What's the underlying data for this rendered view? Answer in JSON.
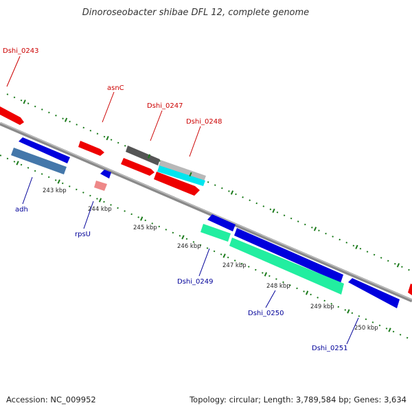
{
  "title": "Dinoroseobacter shibae DFL 12, complete genome",
  "footer": {
    "accession": "Accession: NC_009952",
    "summary": "Topology: circular; Length: 3,789,584 bp; Genes: 3,634"
  },
  "ticks": [
    "243 kbp",
    "244 kbp",
    "245 kbp",
    "246 kbp",
    "247 kbp",
    "248 kbp",
    "249 kbp",
    "250 kbp"
  ],
  "labels": {
    "forward": [
      "Dshi_0243",
      "asnC",
      "Dshi_0247",
      "Dshi_0248"
    ],
    "reverse": [
      "adh",
      "rpsU",
      "Dshi_0249",
      "Dshi_0250",
      "Dshi_0251"
    ]
  },
  "colors": {
    "forward_label": "#cc0000",
    "reverse_label": "#000099",
    "backbone": "#808080",
    "tick_mark": "#1a7a1a",
    "red_gene": "#ee0000",
    "blue_gene": "#0000dd",
    "green_gene": "#22eea0",
    "steel_gene": "#4477aa",
    "gray_gene": "#555555",
    "light_gray_gene": "#b8b8b8",
    "cyan_gene": "#00e5ee",
    "pink_gene": "#ee8888"
  }
}
